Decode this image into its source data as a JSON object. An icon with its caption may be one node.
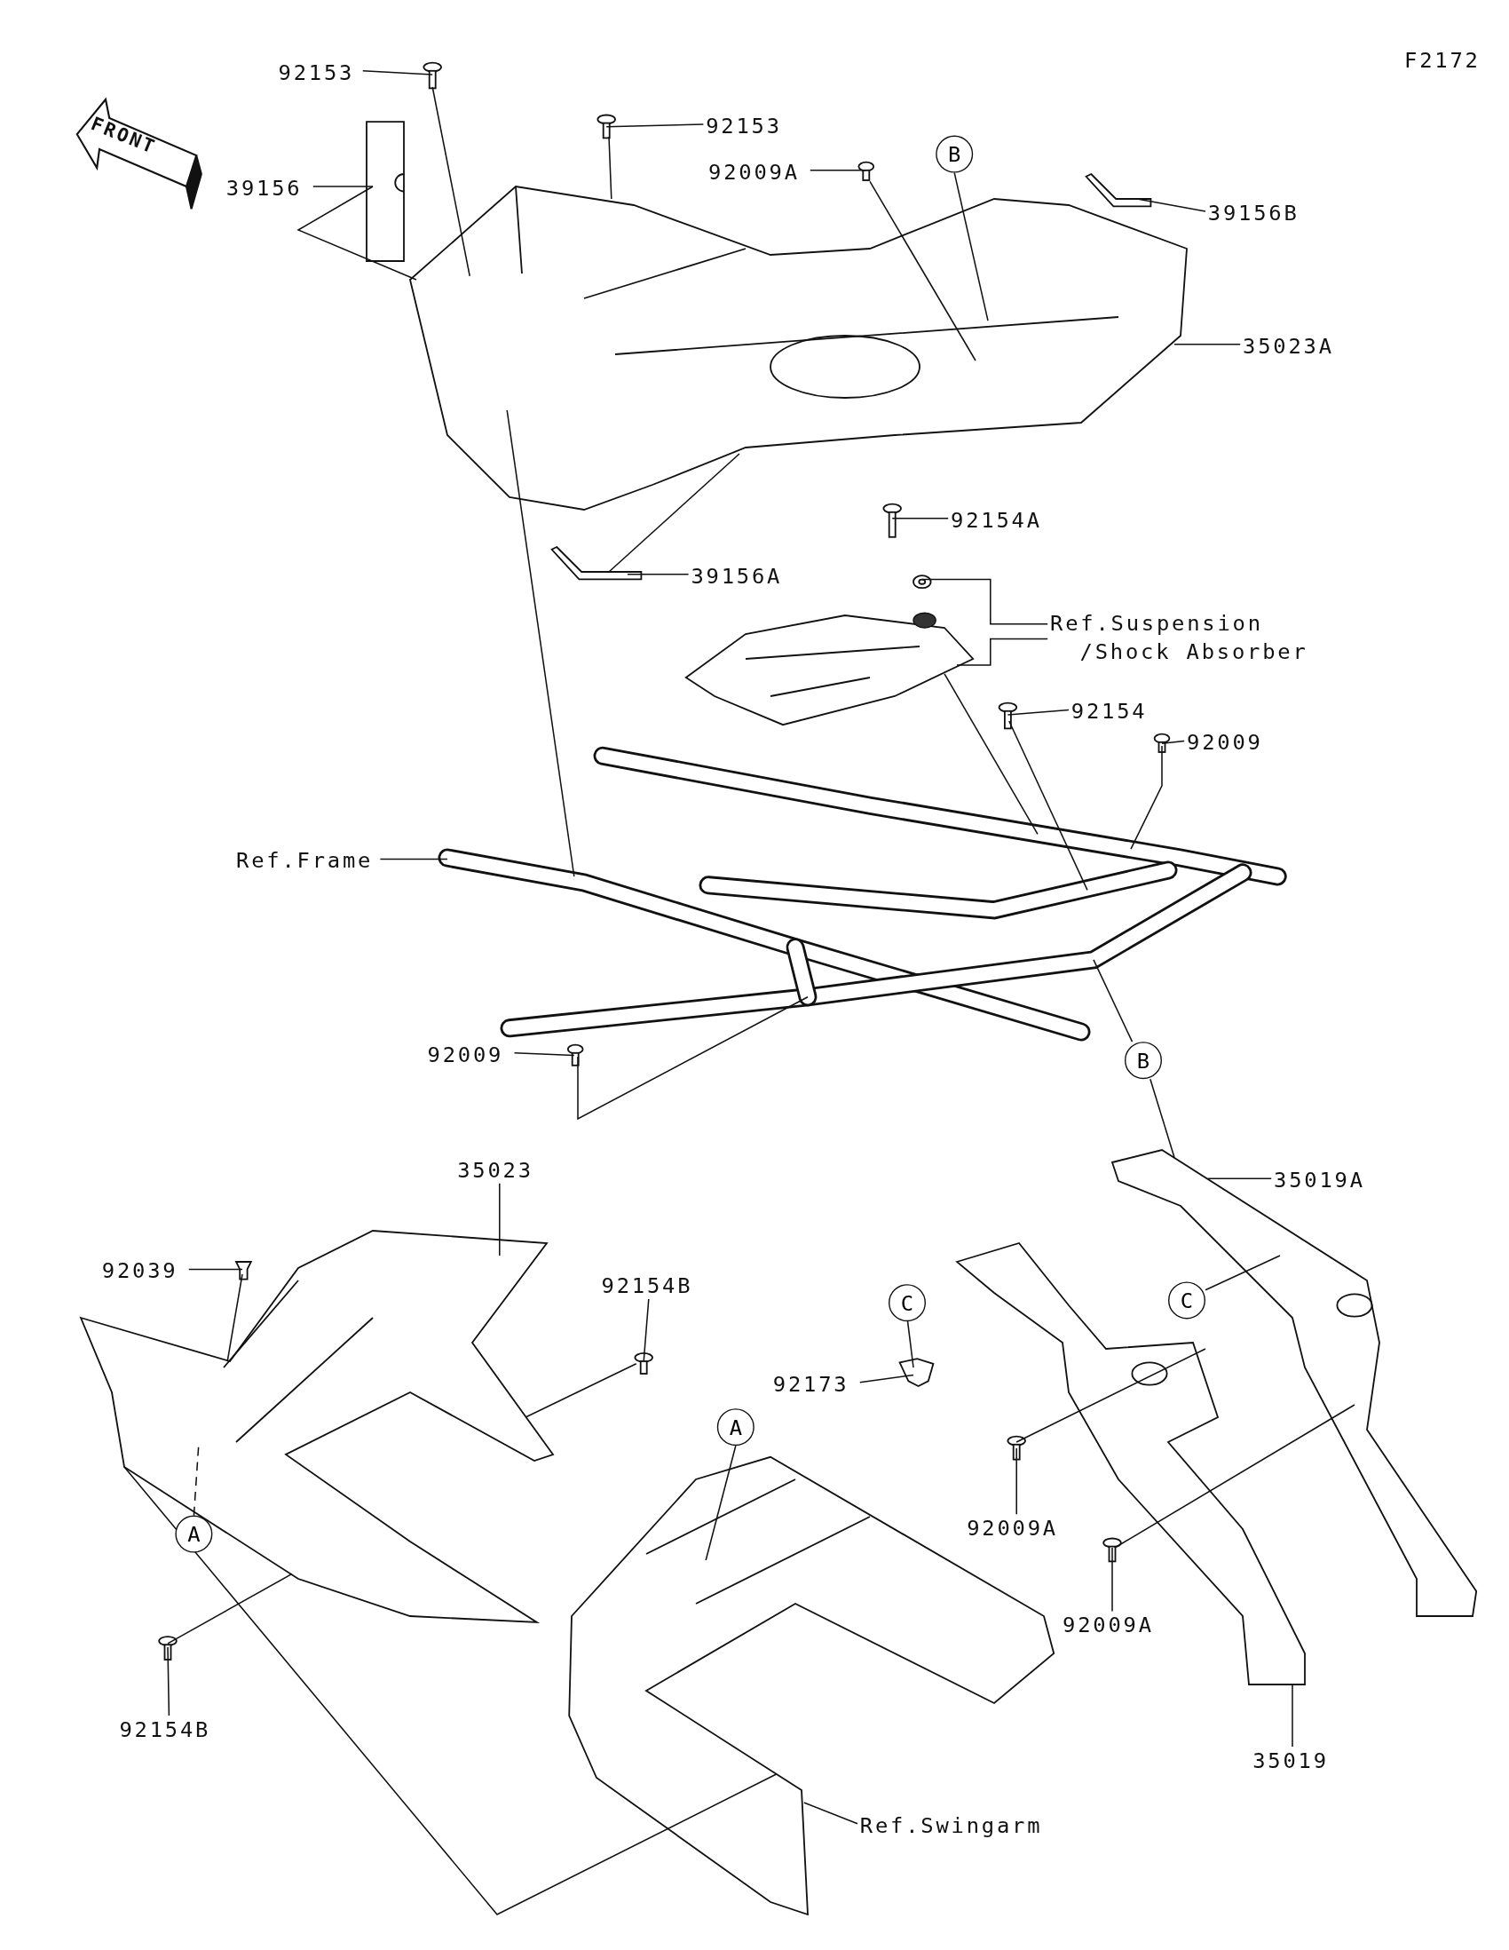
{
  "diagram": {
    "nodes": [
      {
        "text": [
          "92153"
        ]
      },
      {
        "text": [],
        "shape": "picture"
      },
      {
        "text": [
          "92153"
        ]
      },
      {
        "text": [],
        "shape": "picture"
      },
      {
        "text": [
          "92009A"
        ]
      },
      {
        "text": [],
        "shape": "picture"
      },
      {
        "text": [
          "B"
        ]
      },
      {
        "text": [
          "39156B"
        ]
      },
      {
        "text": [],
        "shape": "picture"
      },
      {
        "text": [
          "39156"
        ]
      },
      {
        "text": [],
        "shape": "picture"
      },
      {
        "text": [],
        "shape": "picture"
      },
      {
        "text": [
          "35023A"
        ]
      },
      {
        "text": [
          "39156A"
        ]
      },
      {
        "text": [],
        "shape": "picture"
      },
      {
        "text": [
          "92154A"
        ]
      },
      {
        "text": [],
        "shape": "picture"
      },
      {
        "text": [
          "Ref.Suspension /Shock Absorber"
        ]
      },
      {
        "text": [],
        "shape": "picture"
      },
      {
        "text": [],
        "shape": "picture"
      },
      {
        "text": [
          "92154"
        ]
      },
      {
        "text": [],
        "shape": "picture"
      },
      {
        "text": [
          "92009"
        ]
      },
      {
        "text": [],
        "shape": "picture"
      },
      {
        "text": [
          "Ref.Frame"
        ]
      },
      {
        "text": [],
        "shape": "picture"
      },
      {
        "text": [
          "92009"
        ]
      },
      {
        "text": [],
        "shape": "picture"
      },
      {
        "text": [
          "B"
        ]
      },
      {
        "text": [],
        "shape": "picture"
      },
      {
        "text": [
          "35019A"
        ]
      },
      {
        "text": [
          "35023"
        ]
      },
      {
        "text": [],
        "shape": "picture"
      },
      {
        "text": [
          "92039"
        ]
      },
      {
        "text": [],
        "shape": "picture"
      },
      {
        "text": [
          "92154B"
        ]
      },
      {
        "text": [],
        "shape": "picture"
      },
      {
        "text": [
          "C"
        ]
      },
      {
        "text": [
          "92173"
        ]
      },
      {
        "text": [],
        "shape": "picture"
      },
      {
        "text": [
          "C"
        ]
      },
      {
        "text": [],
        "shape": "picture"
      },
      {
        "text": [
          "A"
        ]
      },
      {
        "text": [
          "A"
        ]
      },
      {
        "text": [],
        "shape": "picture"
      },
      {
        "text": [],
        "shape": "picture"
      },
      {
        "text": [
          "92009A"
        ]
      },
      {
        "text": [],
        "shape": "picture"
      },
      {
        "text": [
          "92009A"
        ]
      },
      {
        "text": [],
        "shape": "picture"
      },
      {
        "text": [
          "92154B"
        ]
      },
      {
        "text": [
          "35019"
        ]
      },
      {
        "text": [
          "Ref.Swingarm"
        ]
      }
    ],
    "edges": [
      {
        "from": 0,
        "to": 1,
        "arrow": "none"
      },
      {
        "from": 1,
        "to": 11,
        "arrow": "none"
      },
      {
        "from": 2,
        "to": 3,
        "arrow": "none"
      },
      {
        "from": 3,
        "to": 11,
        "arrow": "none"
      },
      {
        "from": 4,
        "to": 5,
        "arrow": "none"
      },
      {
        "from": 5,
        "to": 11,
        "arrow": "none"
      },
      {
        "from": 6,
        "to": 11,
        "arrow": "none"
      },
      {
        "from": 7,
        "to": 8,
        "arrow": "none"
      },
      {
        "from": 9,
        "to": 10,
        "arrow": "none"
      },
      {
        "from": 10,
        "to": 11,
        "arrow": "none"
      },
      {
        "from": 12,
        "to": 11,
        "arrow": "none"
      },
      {
        "from": 13,
        "to": 14,
        "arrow": "none"
      },
      {
        "from": 14,
        "to": 11,
        "arrow": "none"
      },
      {
        "from": 15,
        "to": 16,
        "arrow": "none"
      },
      {
        "from": 17,
        "to": 18,
        "arrow": "none"
      },
      {
        "from": 17,
        "to": 19,
        "arrow": "none"
      },
      {
        "from": 19,
        "to": 25,
        "arrow": "none"
      },
      {
        "from": 20,
        "to": 21,
        "arrow": "none"
      },
      {
        "from": 21,
        "to": 25,
        "arrow": "none"
      },
      {
        "from": 22,
        "to": 23,
        "arrow": "none"
      },
      {
        "from": 23,
        "to": 25,
        "arrow": "none"
      },
      {
        "from": 24,
        "to": 25,
        "arrow": "none"
      },
      {
        "from": 11,
        "to": 25,
        "arrow": "none"
      },
      {
        "from": 26,
        "to": 27,
        "arrow": "none"
      },
      {
        "from": 27,
        "to": 25,
        "arrow": "none"
      },
      {
        "from": 28,
        "to": 25,
        "arrow": "none"
      },
      {
        "from": 28,
        "to": 29,
        "arrow": "none"
      },
      {
        "from": 30,
        "to": 29,
        "arrow": "none"
      },
      {
        "from": 31,
        "to": 32,
        "arrow": "none"
      },
      {
        "from": 33,
        "to": 34,
        "arrow": "none"
      },
      {
        "from": 34,
        "to": 32,
        "arrow": "none"
      },
      {
        "from": 35,
        "to": 36,
        "arrow": "none"
      },
      {
        "from": 36,
        "to": 32,
        "arrow": "none"
      },
      {
        "from": 37,
        "to": 39,
        "arrow": "none"
      },
      {
        "from": 38,
        "to": 39,
        "arrow": "none"
      },
      {
        "from": 40,
        "to": 29,
        "arrow": "none"
      },
      {
        "from": 42,
        "to": 32,
        "arrow": "none",
        "style": "dashed"
      },
      {
        "from": 43,
        "to": 44,
        "arrow": "none"
      },
      {
        "from": 45,
        "to": 41,
        "arrow": "none"
      },
      {
        "from": 46,
        "to": 45,
        "arrow": "none"
      },
      {
        "from": 47,
        "to": 29,
        "arrow": "none"
      },
      {
        "from": 48,
        "to": 47,
        "arrow": "none"
      },
      {
        "from": 49,
        "to": 32,
        "arrow": "none"
      },
      {
        "from": 50,
        "to": 49,
        "arrow": "none"
      },
      {
        "from": 51,
        "to": 41,
        "arrow": "none"
      },
      {
        "from": 52,
        "to": 44,
        "arrow": "none"
      },
      {
        "from": 32,
        "to": 44,
        "arrow": "none"
      }
    ],
    "labels": [
      "F2172",
      "FRONT"
    ]
  }
}
